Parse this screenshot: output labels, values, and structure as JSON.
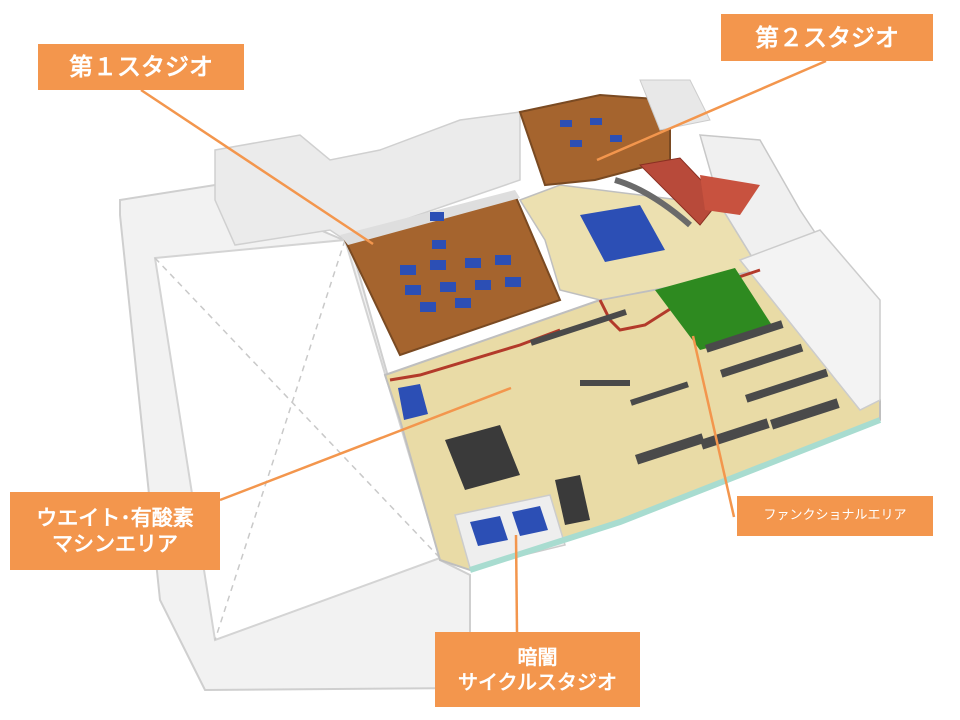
{
  "labels": {
    "studio1": "第１スタジオ",
    "studio2": "第２スタジオ",
    "weight_area": "ウエイト･有酸素\nマシンエリア",
    "functional_area": "ファンクショナルエリア",
    "cycle_studio": "暗闇\nサイクルスタジオ"
  },
  "colors": {
    "label_bg": "#f3964d",
    "leader_line": "#f3964d",
    "studio_floor": "#a5642e",
    "lobby_floor": "#e9dba6",
    "mat_blue": "#2c4fb5",
    "functional_turf": "#2e8a20",
    "dark_zone": "#3a3a3a"
  }
}
